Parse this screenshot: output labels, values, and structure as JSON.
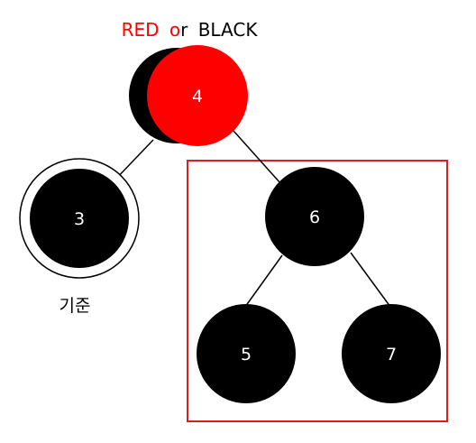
{
  "title": {
    "red_word": "RED",
    "or_word": "or",
    "black_word": "BLACK"
  },
  "nodes": {
    "root": {
      "label": "4",
      "fill": "#ff0000",
      "shadow_fill": "#000000"
    },
    "left": {
      "label": "3",
      "fill": "#000000"
    },
    "right": {
      "label": "6",
      "fill": "#000000"
    },
    "right_left": {
      "label": "5",
      "fill": "#000000"
    },
    "right_right": {
      "label": "7",
      "fill": "#000000"
    }
  },
  "pivot_caption": "기준",
  "colors": {
    "red": "#ff0000",
    "black": "#000000",
    "white": "#ffffff",
    "box": "#d62020"
  }
}
